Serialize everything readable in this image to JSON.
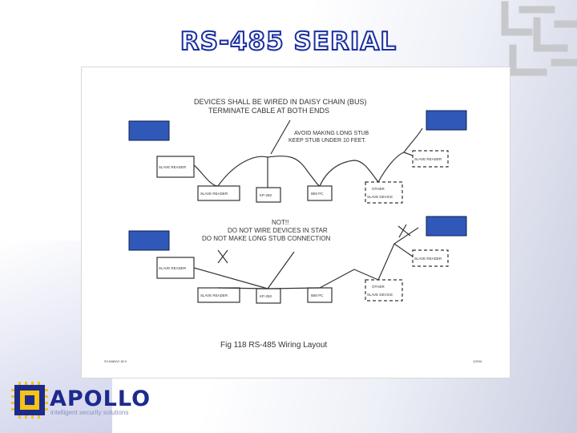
{
  "slide": {
    "title": "RS-485 SERIAL"
  },
  "diagram": {
    "top_note_line1": "DEVICES SHALL BE WIRED IN DAISY CHAIN (BUS)",
    "top_note_line2": "TERMINATE CABLE AT BOTH ENDS",
    "stub_note_line1": "AVOID MAKING LONG STUB",
    "stub_note_line2": "KEEP STUB UNDER 10 FEET.",
    "bottom_note_line1": "NOT!!",
    "bottom_note_line2": "DO NOT WIRE DEVICES IN STAR",
    "bottom_note_line3": "DO NOT MAKE LONG STUB CONNECTION",
    "caption": "Fig 118    RS-485  Wiring  Layout",
    "footer_left": "SY-MANVI 18.0",
    "footer_right": "1/2/04",
    "devices": {
      "slave_reader": "SLAVE READER",
      "kp": "KP-250",
      "ibm_pc": "IBM PC",
      "other": "OTHER",
      "slave_device": "SLAVE DEVICE"
    },
    "colors": {
      "redaction": "#2f58b8",
      "line": "#333333"
    }
  },
  "logo": {
    "name": "APOLLO",
    "tagline": "intelligent security solutions",
    "colors": {
      "chip": "#f3c316",
      "text": "#1c2a8c"
    }
  }
}
